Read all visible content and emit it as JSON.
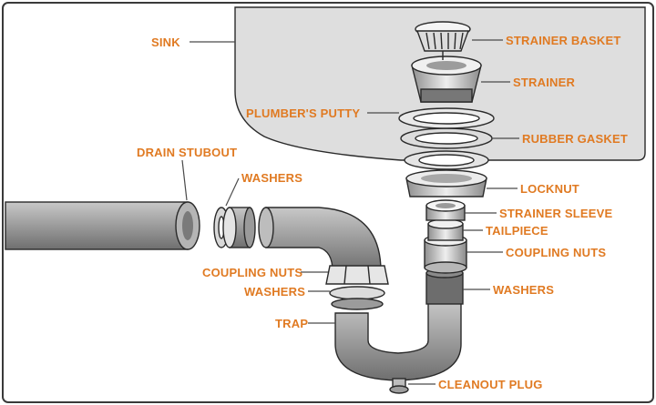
{
  "labels": {
    "sink": "SINK",
    "strainer_basket": "STRAINER BASKET",
    "strainer": "STRAINER",
    "plumbers_putty": "PLUMBER'S PUTTY",
    "rubber_gasket": "RUBBER GASKET",
    "drain_stubout": "DRAIN STUBOUT",
    "washers_top": "WASHERS",
    "locknut": "LOCKNUT",
    "strainer_sleeve": "STRAINER SLEEVE",
    "tailpiece": "TAILPIECE",
    "coupling_nuts_right": "COUPLING NUTS",
    "coupling_nuts_left": "COUPLING NUTS",
    "washers_left": "WASHERS",
    "washers_right": "WASHERS",
    "trap": "TRAP",
    "cleanout_plug": "CLEANOUT PLUG"
  },
  "colors": {
    "label": "#e07a22",
    "sink": "#dcdcdc",
    "pipe": "#9a9a9a",
    "outline": "#2a2a2a"
  }
}
